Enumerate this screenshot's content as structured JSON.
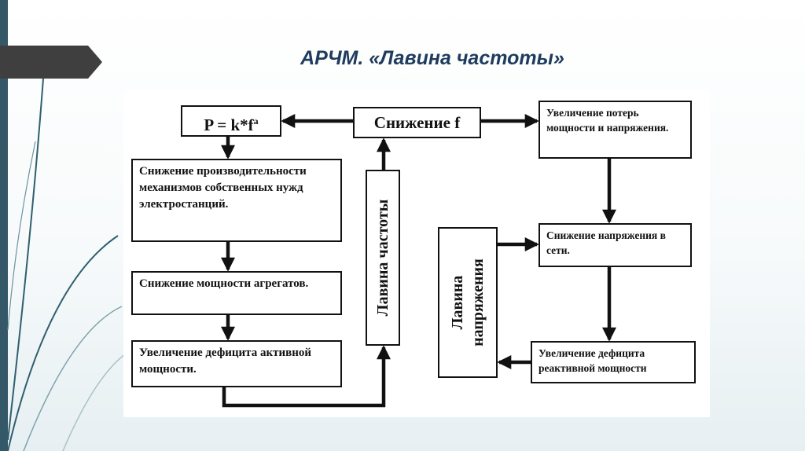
{
  "title": "АРЧМ. «Лавина частоты»",
  "diagram": {
    "formula": "P = k*f",
    "formula_exponent": "a",
    "freq_drop": "Снижение f",
    "loss_increase": "Увеличение потерь мощности и напряжения.",
    "productivity_drop": "Снижение производительности механизмов собственных нужд электростанций.",
    "unit_power_drop": "Снижение мощности агрегатов.",
    "active_deficit": "Увеличение дефицита активной мощности.",
    "freq_avalanche": "Лавина частоты",
    "voltage_avalanche": "Лавина\nнапряжения",
    "voltage_drop": "Снижение напряжения в сети.",
    "reactive_deficit": "Увеличение дефицита реактивной мощности"
  }
}
